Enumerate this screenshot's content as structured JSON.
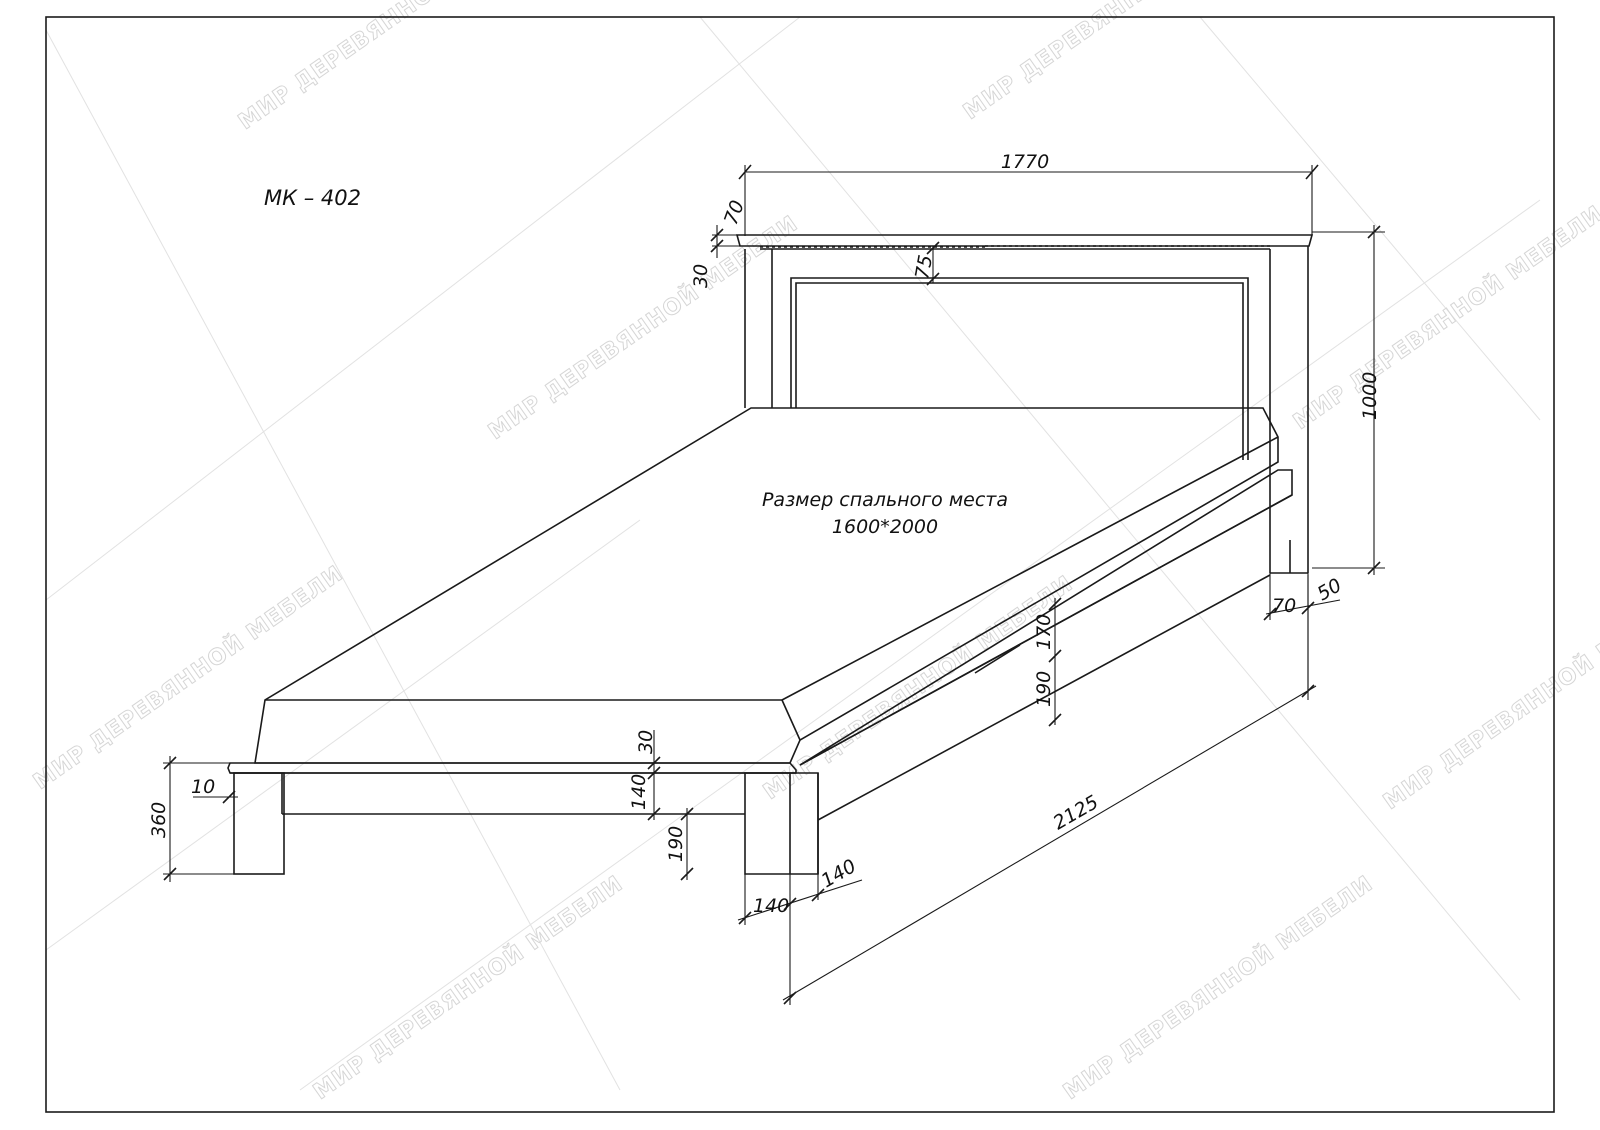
{
  "model_code": "МК – 402",
  "sleeping_area": {
    "line1": "Размер спального места",
    "line2": "1600*2000"
  },
  "dimensions": {
    "headboard_width": "1770",
    "top_overhang": "70",
    "top_thickness": "30",
    "top_rail": "75",
    "headboard_height": "1000",
    "rear_leg_width": "70",
    "rear_leg_offset": "50",
    "side_upper": "170",
    "side_lower": "190",
    "frame_thickness": "30",
    "front_rail": "140",
    "front_clearance": "190",
    "front_overhang": "10",
    "foot_height": "360",
    "leg_depth": "140",
    "leg_width": "140",
    "length": "2125"
  },
  "watermark": "МИР ДЕРЕВЯННОЙ МЕБЕЛИ"
}
